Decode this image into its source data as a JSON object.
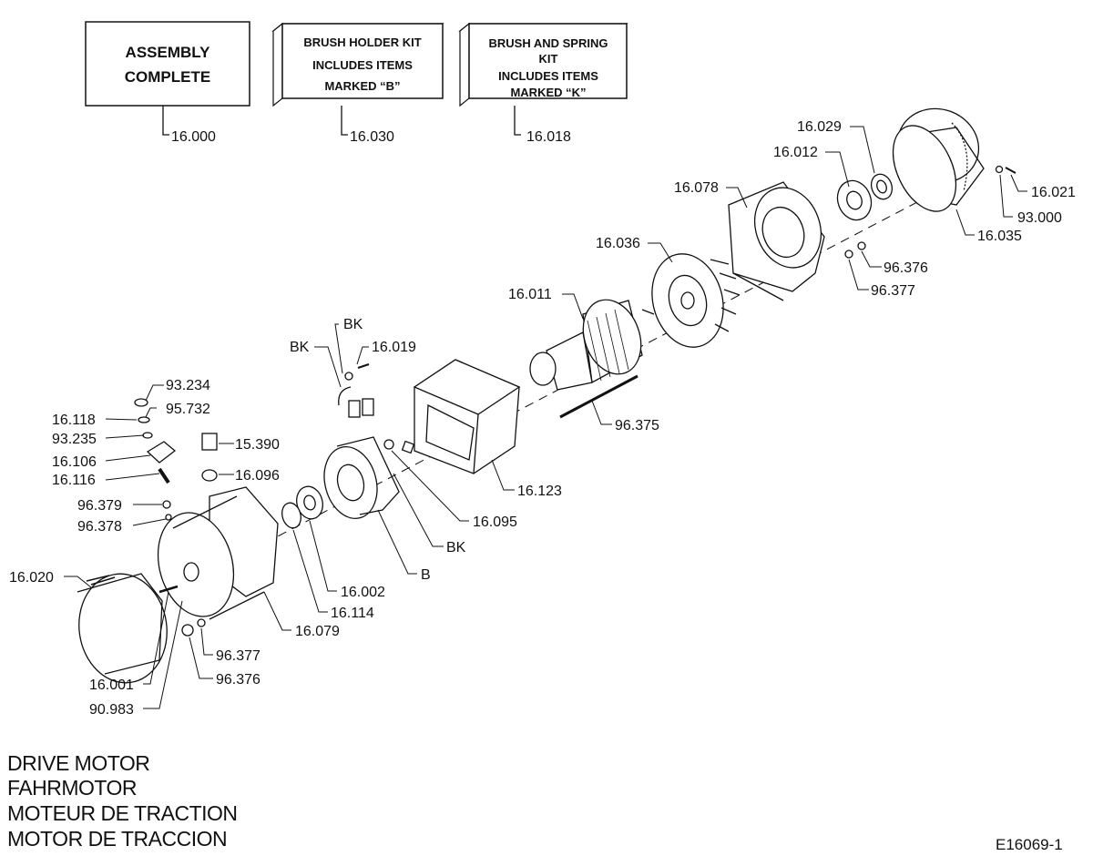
{
  "kit_boxes": [
    {
      "lines": [
        "ASSEMBLY",
        "COMPLETE"
      ],
      "part": "16.000"
    },
    {
      "lines": [
        "BRUSH HOLDER KIT",
        "INCLUDES ITEMS",
        "MARKED “B”"
      ],
      "part": "16.030"
    },
    {
      "lines": [
        "BRUSH AND SPRING",
        "KIT",
        "INCLUDES ITEMS",
        "MARKED “K”"
      ],
      "part": "16.018"
    }
  ],
  "callouts": {
    "c16029": "16.029",
    "c16012": "16.012",
    "c16078": "16.078",
    "c16021": "16.021",
    "c93000": "93.000",
    "c16035": "16.035",
    "c16036": "16.036",
    "c96376a": "96.376",
    "c96377a": "96.377",
    "c16011": "16.011",
    "bk1": "BK",
    "bk2": "BK",
    "c16019": "16.019",
    "c93234": "93.234",
    "c95732": "95.732",
    "c16118": "16.118",
    "c93235": "93.235",
    "c16106": "16.106",
    "c16116": "16.116",
    "c96379": "96.379",
    "c96378": "96.378",
    "c15390": "15.390",
    "c16096": "16.096",
    "c96375": "96.375",
    "c16123": "16.123",
    "c16095": "16.095",
    "bk3": "BK",
    "b1": "B",
    "c16002": "16.002",
    "c16114": "16.114",
    "c16079": "16.079",
    "c16020": "16.020",
    "c96377b": "96.377",
    "c96376b": "96.376",
    "c16001": "16.001",
    "c90983": "90.983"
  },
  "title_lines": [
    "DRIVE MOTOR",
    "FAHRMOTOR",
    "MOTEUR DE TRACTION",
    "MOTOR DE TRACCION"
  ],
  "drawing_code": "E16069-1"
}
